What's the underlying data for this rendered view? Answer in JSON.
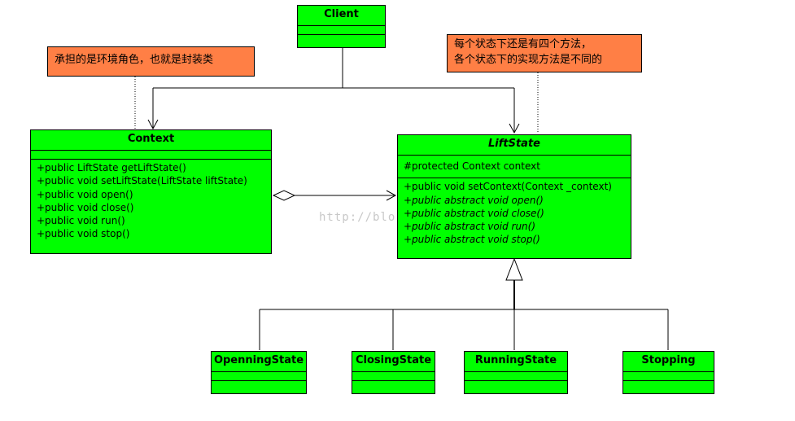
{
  "classes": {
    "client": {
      "name": "Client"
    },
    "context": {
      "name": "Context",
      "operations": [
        "+public LiftState getLiftState()",
        "+public void setLiftState(LiftState liftState)",
        "+public void open()",
        "+public void close()",
        "+public void run()",
        "+public void stop()"
      ]
    },
    "liftstate": {
      "name": "LiftState",
      "attributes": [
        "#protected Context context"
      ],
      "operations": [
        "+public void setContext(Context _context)",
        "+public abstract void open()",
        "+public abstract void close()",
        "+public abstract void run()",
        "+public abstract void stop()"
      ]
    },
    "opening": {
      "name": "OpenningState"
    },
    "closing": {
      "name": "ClosingState"
    },
    "running": {
      "name": "RunningState"
    },
    "stopping": {
      "name": "Stopping"
    }
  },
  "notes": {
    "context_note": {
      "lines": [
        "承担的是环境角色，也就是封装类"
      ]
    },
    "state_note": {
      "lines": [
        "每个状态下还是有四个方法，",
        "各个状态下的实现方法是不同的"
      ]
    }
  },
  "watermark": "http://blo",
  "colors": {
    "class_fill": "#00ff00",
    "note_fill": "#ff7f45"
  }
}
